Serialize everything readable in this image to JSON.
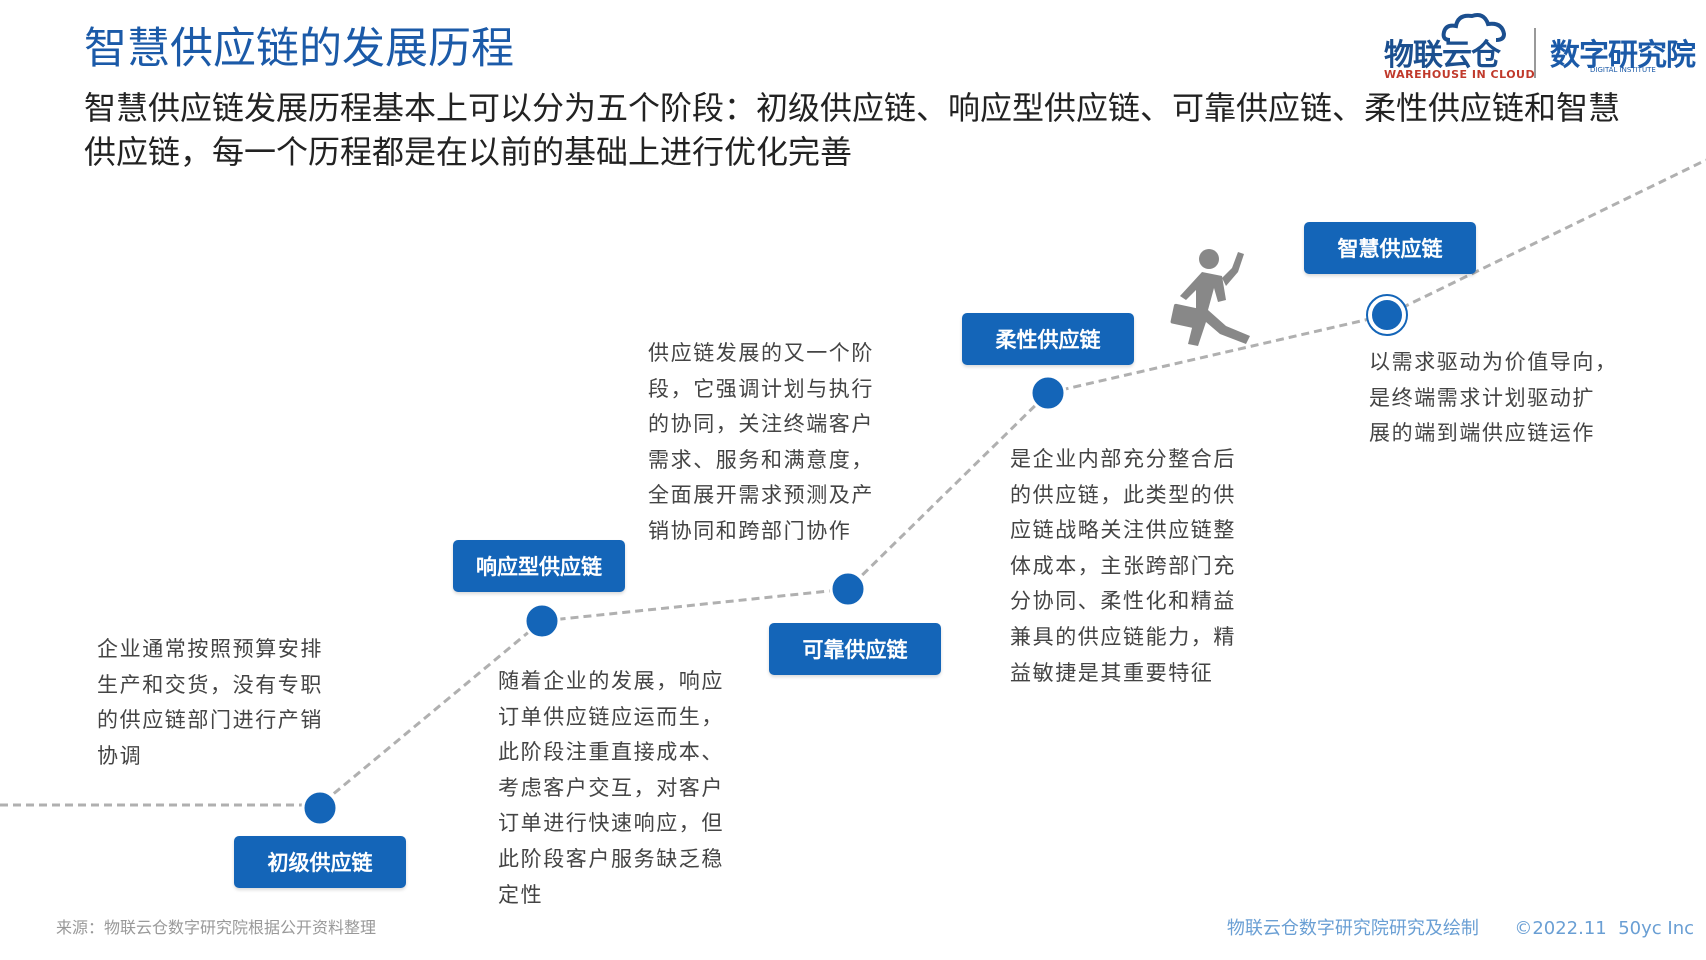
{
  "header": {
    "title": "智慧供应链的发展历程",
    "subtitle_line1": "智慧供应链发展历程基本上可以分为五个阶段：初级供应链、响应型供应链、可靠供应链、柔性供应链和智慧",
    "subtitle_line2": "供应链，每一个历程都是在以前的基础上进行优化完善"
  },
  "logo": {
    "brand": "物联云仓",
    "brand_sub": "WAREHOUSE IN CLOUD",
    "institute": "数字研究院",
    "institute_sub": "DIGITAL INSTITUTE"
  },
  "stages": [
    {
      "label": "初级供应链",
      "desc": [
        "企业通常按照预算安排",
        "生产和交货，没有专职",
        "的供应链部门进行产销",
        "协调"
      ]
    },
    {
      "label": "响应型供应链",
      "desc": [
        "随着企业的发展，响应",
        "订单供应链应运而生，",
        "此阶段注重直接成本、",
        "考虑客户交互，对客户",
        "订单进行快速响应，但",
        "此阶段客户服务缺乏稳",
        "定性"
      ]
    },
    {
      "label": "可靠供应链",
      "desc": [
        "供应链发展的又一个阶",
        "段，它强调计划与执行",
        "的协同，关注终端客户",
        "需求、服务和满意度，",
        "全面展开需求预测及产",
        "销协同和跨部门协作"
      ]
    },
    {
      "label": "柔性供应链",
      "desc": [
        "是企业内部充分整合后",
        "的供应链，此类型的供",
        "应链战略关注供应链整",
        "体成本，主张跨部门充",
        "分协同、柔性化和精益",
        "兼具的供应链能力，精",
        "益敏捷是其重要特征"
      ]
    },
    {
      "label": "智慧供应链",
      "desc": [
        "以需求驱动为价值导向，",
        "是终端需求计划驱动扩",
        "展的端到端供应链运作"
      ]
    }
  ],
  "icons": {
    "runner": "running-businessman-icon"
  },
  "colors": {
    "accent": "#1465b8",
    "title": "#1b5aa8",
    "line": "#b0b0b0"
  },
  "footer": {
    "source": "来源：物联云仓数字研究院根据公开资料整理",
    "credit": "物联云仓数字研究院研究及绘制",
    "copyright": "©2022.11  50yc Inc"
  }
}
